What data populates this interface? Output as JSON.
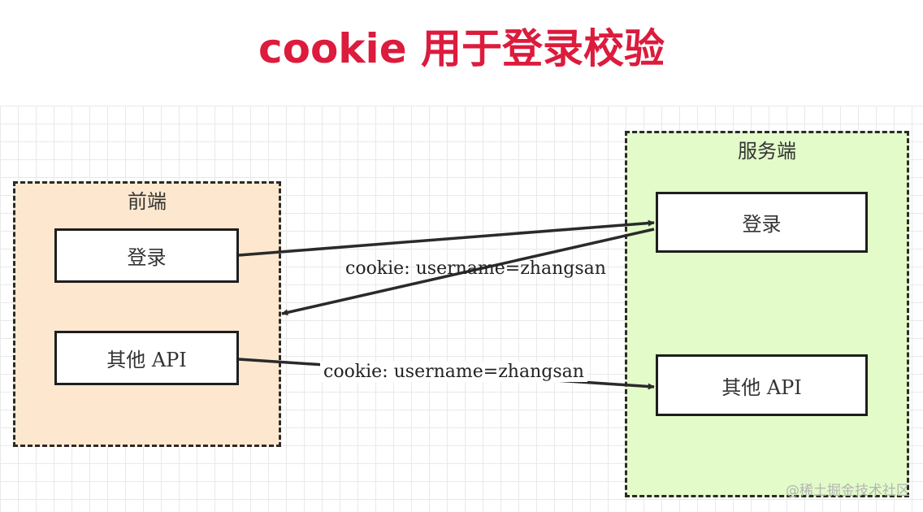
{
  "title": "cookie 用于登录校验",
  "frontend": {
    "label": "前端",
    "fill": "#fde8cf",
    "nodes": {
      "login": "登录",
      "other_api": "其他 API"
    }
  },
  "server": {
    "label": "服务端",
    "fill": "#e2fbc9",
    "nodes": {
      "login": "登录",
      "other_api": "其他 API"
    }
  },
  "edges": {
    "response_cookie": "cookie: username=zhangsan",
    "request_cookie": "cookie: username=zhangsan"
  },
  "watermark": "@稀土掘金技术社区",
  "colors": {
    "title": "#dc1b3d",
    "stroke": "#2a2a2a"
  }
}
